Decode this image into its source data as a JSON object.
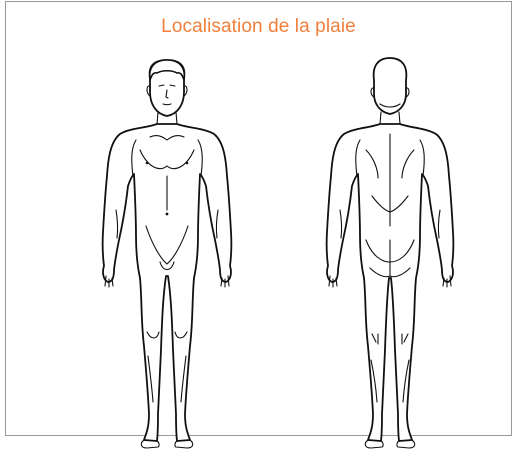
{
  "diagram": {
    "title": "Localisation de la plaie",
    "title_color": "#f0803c",
    "figures": [
      {
        "view": "front",
        "icon": "body-front-icon"
      },
      {
        "view": "back",
        "icon": "body-back-icon"
      }
    ]
  }
}
